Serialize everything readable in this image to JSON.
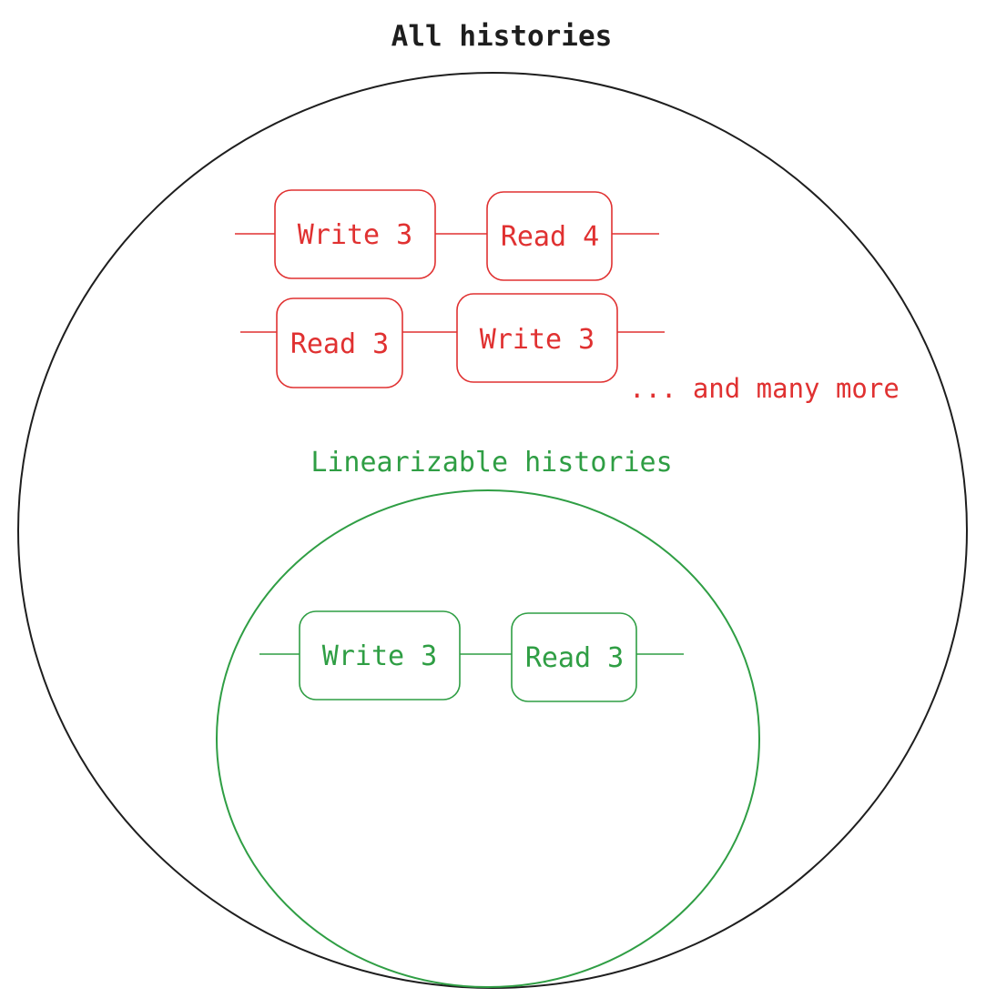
{
  "all_histories": {
    "title": "All histories",
    "examples": [
      {
        "ops": [
          "Write 3",
          "Read 4"
        ]
      },
      {
        "ops": [
          "Read 3",
          "Write 3"
        ]
      }
    ],
    "more_label": "... and many more"
  },
  "linearizable": {
    "title": "Linearizable histories",
    "example": {
      "ops": [
        "Write 3",
        "Read 3"
      ]
    }
  },
  "colors": {
    "outer_circle": "#1e1e1e",
    "invalid_history": "#e03131",
    "linearizable_history": "#2f9e44"
  }
}
